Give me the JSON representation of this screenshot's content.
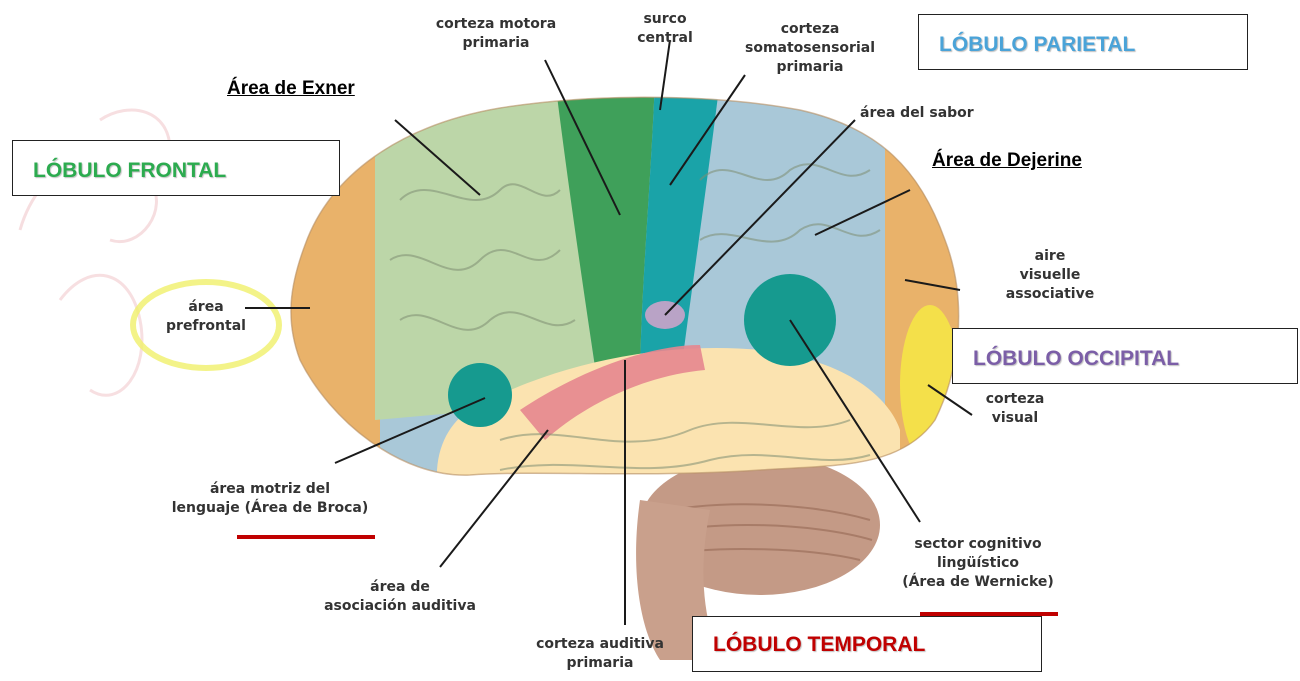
{
  "colors": {
    "frontal_green": "#2cab4f",
    "parietal_blue": "#4aa3d8",
    "occipital_purple": "#7b5ea7",
    "temporal_red": "#c00000",
    "underline_red": "#c00000",
    "motor_green": "#3fa05a",
    "somatosensory_teal": "#1aa3a8",
    "prefrontal_orange": "#e9b26a",
    "frontal_light": "#bcd6a8",
    "parietal_light": "#a9c8d8",
    "temporal_cream": "#fbe3b0",
    "auditory_pink": "#e6868f",
    "visual_yellow": "#f4e04a",
    "cerebellum_brown": "#c49a86"
  },
  "boxes": {
    "frontal": "LÓBULO FRONTAL",
    "parietal": "LÓBULO PARIETAL",
    "occipital": "LÓBULO OCCIPITAL",
    "temporal": "LÓBULO TEMPORAL"
  },
  "underlined_labels": {
    "exner": "Área de Exner",
    "dejerine": "Área de Dejerine"
  },
  "labels": {
    "motor_1": "corteza motora",
    "motor_2": "primaria",
    "sulcus_1": "surco",
    "sulcus_2": "central",
    "somato_1": "corteza",
    "somato_2": "somatosensorial",
    "somato_3": "primaria",
    "taste": "área del sabor",
    "visual_assoc_1": "aire",
    "visual_assoc_2": "visuelle",
    "visual_assoc_3": "associative",
    "visual_1": "corteza",
    "visual_2": "visual",
    "prefrontal_1": "área",
    "prefrontal_2": "prefrontal",
    "broca_1": "área motriz del",
    "broca_2": "lenguaje (Área de Broca)",
    "aud_assoc_1": "área de",
    "aud_assoc_2": "asociación auditiva",
    "aud_primary_1": "corteza auditiva",
    "aud_primary_2": "primaria",
    "wernicke_1": "sector cognitivo",
    "wernicke_2": "lingüístico",
    "wernicke_3": "(Área de Wernicke)"
  }
}
